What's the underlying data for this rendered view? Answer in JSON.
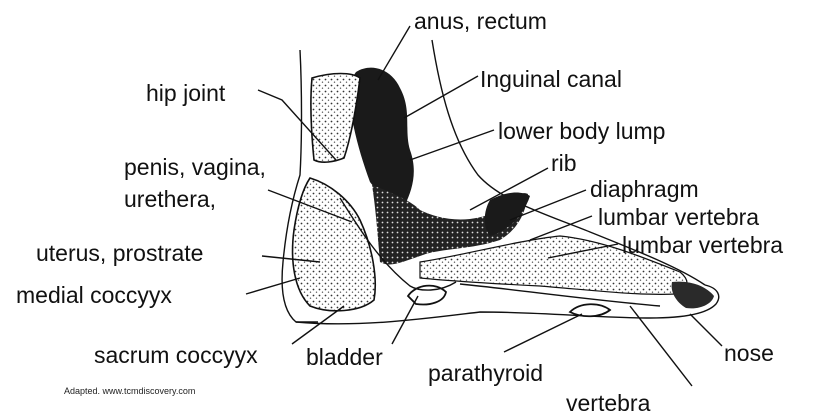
{
  "labels": {
    "anus_rectum": "anus, rectum",
    "inguinal_canal": "Inguinal canal",
    "hip_joint": "hip joint",
    "lower_body_lump": "lower body lump",
    "rib": "rib",
    "penis_vagina": "penis, vagina,",
    "urethera": "urethera,",
    "diaphragm": "diaphragm",
    "lumbar_vertebra_1": "lumbar vertebra",
    "lumbar_vertebra_2": "lumbar vertebra",
    "uterus_prostrate": "uterus, prostrate",
    "medial_coccyyx": "medial coccyyx",
    "sacrum_coccyyx": "sacrum coccyyx",
    "bladder": "bladder",
    "parathyroid": "parathyroid",
    "nose": "nose",
    "vertebra": "vertebra"
  },
  "credit": "Adapted. www.tcmdiscovery.com",
  "colors": {
    "ink": "#111111",
    "background": "#ffffff",
    "shade": "#1a1a1a",
    "light_shade": "#9a9a9a"
  }
}
